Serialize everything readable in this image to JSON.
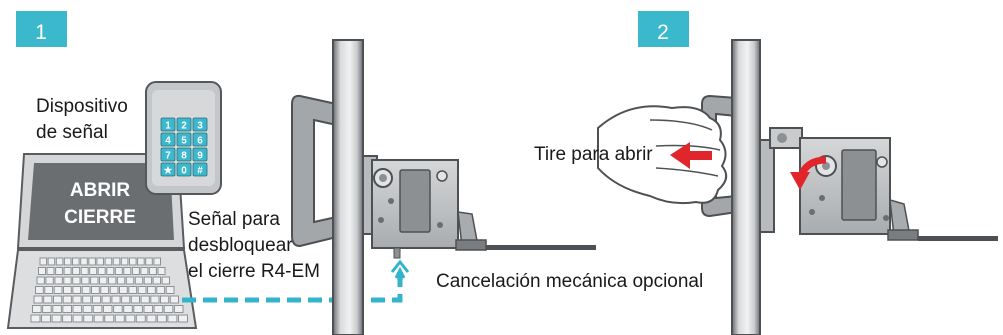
{
  "colors": {
    "accent": "#3bb8cc",
    "arrow": "#e1262b",
    "device_grey": "#bfc2c5",
    "dark": "#595c5f",
    "signal_dash": "#33b4cb"
  },
  "steps": [
    {
      "number": "1"
    },
    {
      "number": "2"
    }
  ],
  "labels": {
    "signal_device": [
      "Dispositivo",
      "de señal"
    ],
    "screen": [
      "ABRIR",
      "CIERRE"
    ],
    "signal_text": [
      "Señal para",
      "desbloquear",
      "el cierre R4-EM"
    ],
    "override": "Cancelación mecánica opcional",
    "pull": "Tire para abrir"
  },
  "keypad": [
    "1",
    "2",
    "3",
    "4",
    "5",
    "6",
    "7",
    "8",
    "9",
    "★",
    "0",
    "#"
  ],
  "icons": [
    "keypad-icon",
    "laptop-icon",
    "door-handle-icon",
    "lock-box-icon",
    "hand-icon",
    "pull-arrow-icon",
    "rotation-arrow-icon",
    "signal-line-icon"
  ]
}
